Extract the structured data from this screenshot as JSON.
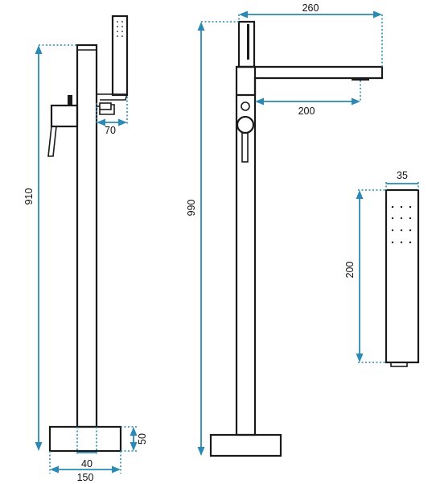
{
  "colors": {
    "dimension": "#2a8ab5",
    "outline": "#1a1a1a",
    "background": "#ffffff"
  },
  "dimensions": {
    "side_view": {
      "total_height": "910",
      "spout_projection": "70",
      "base_height": "50",
      "pipe_width": "40",
      "base_width": "150"
    },
    "front_view": {
      "total_height": "990",
      "spout_length": "260",
      "spout_reach": "200"
    },
    "hand_shower": {
      "width": "35",
      "length": "200"
    }
  }
}
